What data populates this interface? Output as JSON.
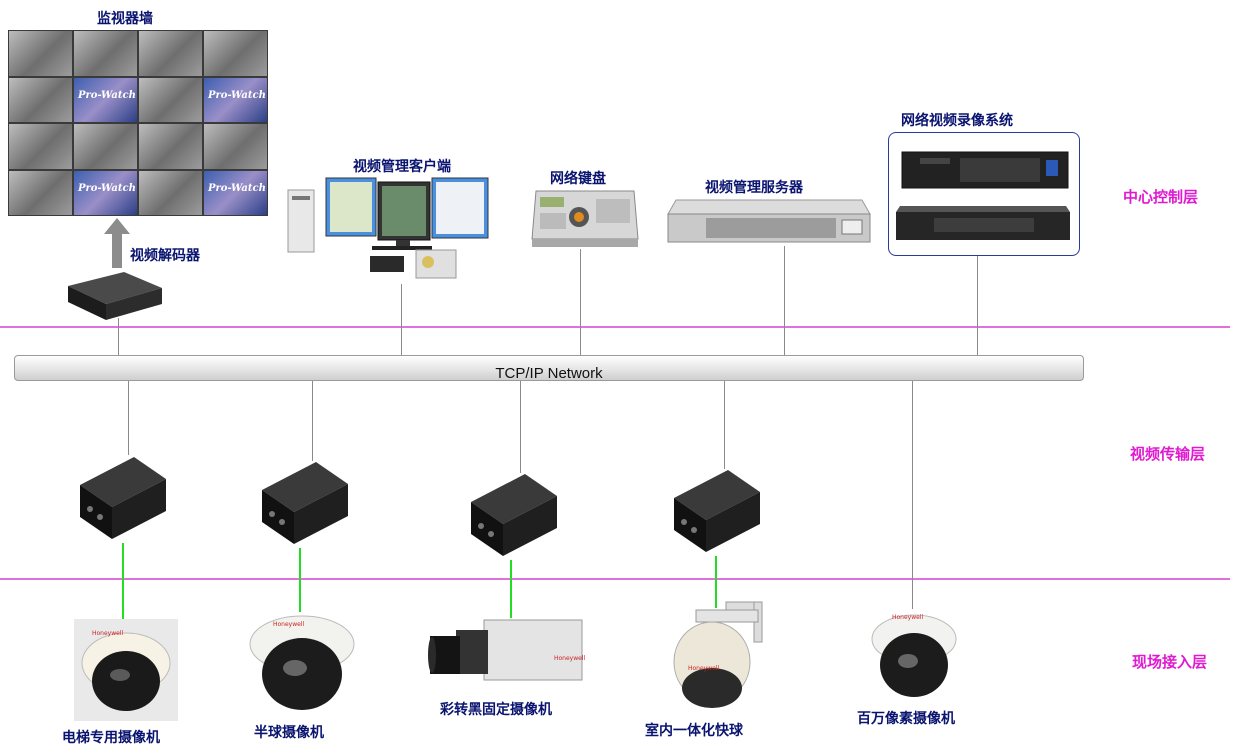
{
  "diagram": {
    "labels": {
      "video_wall": "监视器墙",
      "video_decoder": "视频解码器",
      "client": "视频管理客户端",
      "keyboard": "网络键盘",
      "server": "视频管理服务器",
      "nvr": "网络视频录像系统",
      "network": "TCP/IP Network"
    },
    "layers": {
      "center": "中心控制层",
      "transport": "视频传输层",
      "access": "现场接入层"
    },
    "cameras": [
      {
        "label": "电梯专用摄像机"
      },
      {
        "label": "半球摄像机"
      },
      {
        "label": "彩转黑固定摄像机"
      },
      {
        "label": "室内一体化快球"
      },
      {
        "label": "百万像素摄像机"
      }
    ],
    "wall_tiles": [
      "",
      "",
      "",
      "",
      "",
      "Pro-Watch",
      "",
      "Pro-Watch",
      "",
      "",
      "",
      "",
      "",
      "Pro-Watch",
      "",
      "Pro-Watch"
    ],
    "colors": {
      "label": "#0a1470",
      "layer_label": "#e01ad0",
      "layer_divider": "#e070e0",
      "camera_link": "#22dd22"
    }
  }
}
